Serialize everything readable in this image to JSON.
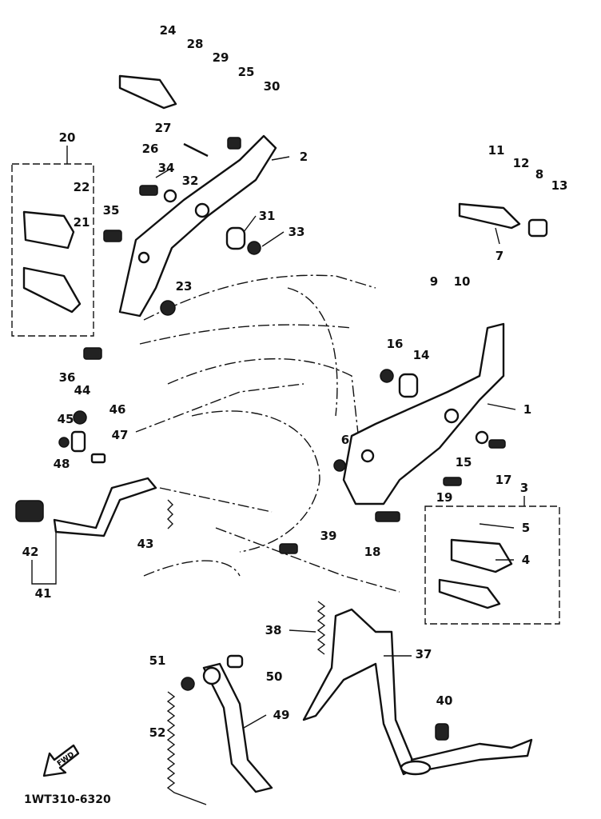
{
  "diagram": {
    "code": "1WT310-6320",
    "fwd_label": "FWD",
    "labels": {
      "p1": "1",
      "p2": "2",
      "p3": "3",
      "p4": "4",
      "p5": "5",
      "p6": "6",
      "p7": "7",
      "p8": "8",
      "p9": "9",
      "p10": "10",
      "p11": "11",
      "p12": "12",
      "p13": "13",
      "p14": "14",
      "p15": "15",
      "p16": "16",
      "p17": "17",
      "p18": "18",
      "p19": "19",
      "p20": "20",
      "p21": "21",
      "p22": "22",
      "p23": "23",
      "p24": "24",
      "p25": "25",
      "p26": "26",
      "p27": "27",
      "p28": "28",
      "p29": "29",
      "p30": "30",
      "p31": "31",
      "p32": "32",
      "p33": "33",
      "p34": "34",
      "p35": "35",
      "p36": "36",
      "p37": "37",
      "p38": "38",
      "p39": "39",
      "p40": "40",
      "p41": "41",
      "p42": "42",
      "p43": "43",
      "p44": "44",
      "p45": "45",
      "p46": "46",
      "p47": "47",
      "p48": "48",
      "p49": "49",
      "p50": "50",
      "p51": "51",
      "p52": "52"
    }
  }
}
